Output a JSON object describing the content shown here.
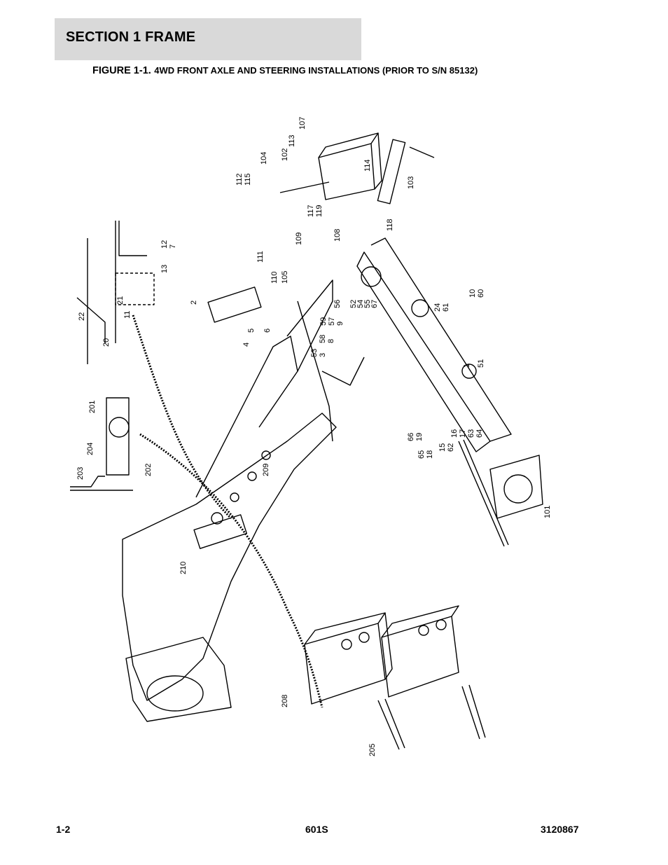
{
  "header": {
    "section_title": "SECTION 1  FRAME",
    "figure_label": "FIGURE 1-1.",
    "figure_title": "4WD FRONT AXLE AND STEERING INSTALLATIONS (PRIOR TO S/N 85132)"
  },
  "callouts": [
    "107",
    "113",
    "102",
    "104",
    "112",
    "115",
    "114",
    "103",
    "117",
    "119",
    "118",
    "108",
    "111",
    "109",
    "110",
    "105",
    "12",
    "7",
    "13",
    "22",
    "21",
    "11",
    "20",
    "2",
    "59",
    "57",
    "9",
    "58",
    "8",
    "53",
    "3",
    "5",
    "6",
    "4",
    "56",
    "52",
    "54",
    "55",
    "67",
    "24",
    "61",
    "10",
    "60",
    "51",
    "1",
    "201",
    "204",
    "203",
    "202",
    "209",
    "65",
    "18",
    "66",
    "19",
    "15",
    "62",
    "16",
    "17",
    "63",
    "64",
    "101",
    "210",
    "208",
    "205"
  ],
  "footer": {
    "page": "1-2",
    "model": "601S",
    "doc_number": "3120867"
  }
}
